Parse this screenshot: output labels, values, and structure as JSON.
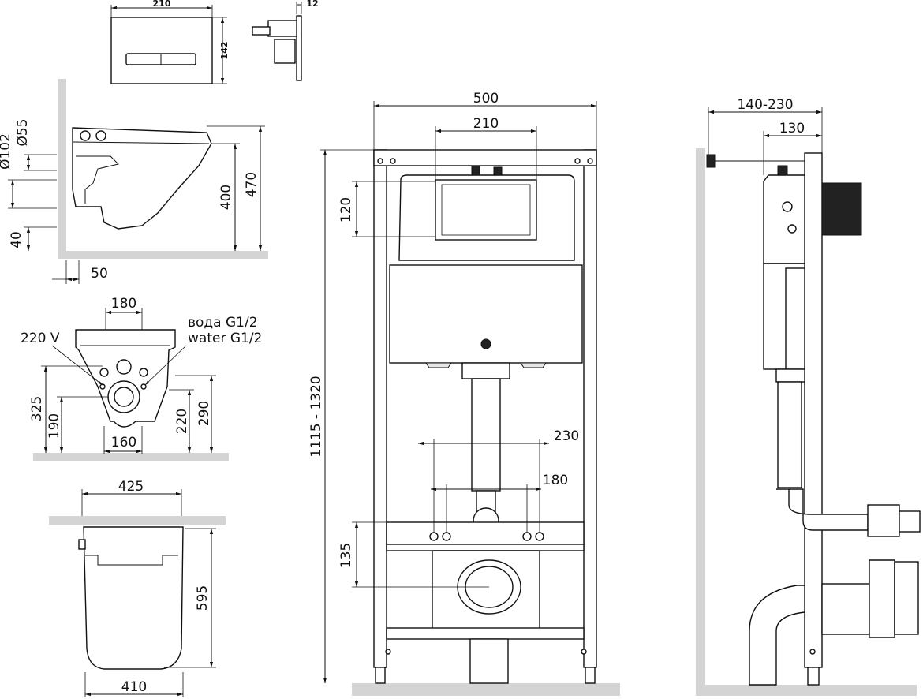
{
  "flush_plate": {
    "width": "210",
    "height": "142",
    "depth": "12"
  },
  "side_bowl": {
    "d102": "Ø102",
    "d55": "Ø55",
    "h400": "400",
    "h470": "470",
    "h40": "40",
    "w50": "50"
  },
  "rear_bowl": {
    "w180": "180",
    "power": "220 V",
    "water_ru": "вода G1/2",
    "water_en": "water G1/2",
    "h325": "325",
    "h190": "190",
    "h220": "220",
    "h290": "290",
    "w160": "160"
  },
  "top_bowl": {
    "w425": "425",
    "h595": "595",
    "w410": "410"
  },
  "frame_front": {
    "w500": "500",
    "w210": "210",
    "h120": "120",
    "h_total": "1115 - 1320",
    "w230": "230",
    "w180": "180",
    "h135": "135"
  },
  "frame_side": {
    "w140_230": "140-230",
    "w130": "130"
  }
}
